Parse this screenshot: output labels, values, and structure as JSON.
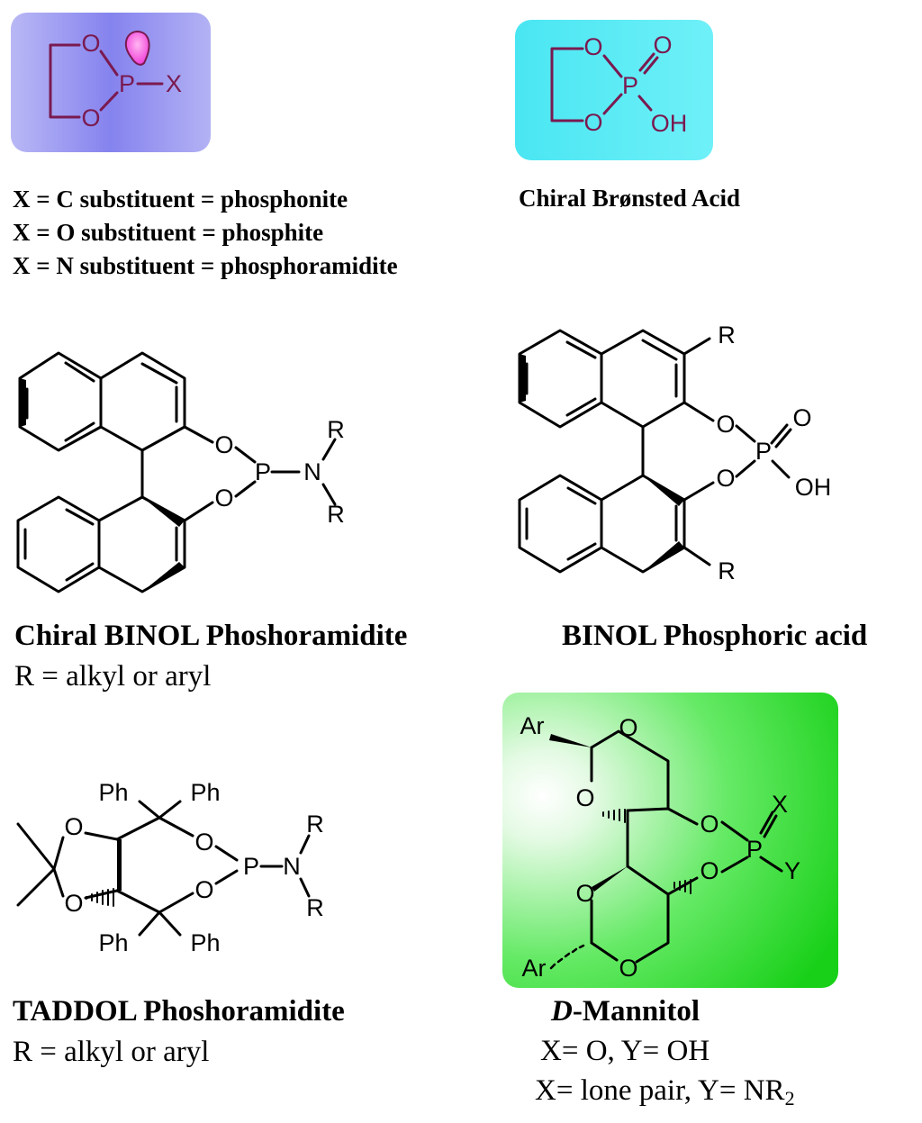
{
  "structures": {
    "phosphite_core": {
      "atoms": {
        "o1": "O",
        "o2": "O",
        "p": "P",
        "x": "X"
      },
      "captions": [
        "X = C substituent = phosphonite",
        "X = O substituent = phosphite",
        "X = N substituent = phosphoramidite"
      ],
      "box_color": "#9a98f2"
    },
    "bronsted_acid": {
      "atoms": {
        "o1": "O",
        "o2": "O",
        "p": "P",
        "o3": "O",
        "oh": "OH"
      },
      "caption": "Chiral Brønsted Acid",
      "box_color": "#52ecf6"
    },
    "binol_phosphoramidite": {
      "atoms": {
        "o1": "O",
        "o2": "O",
        "p": "P",
        "n": "N",
        "r1": "R",
        "r2": "R"
      },
      "caption": "Chiral BINOL Phoshoramidite",
      "note": "R = alkyl or aryl"
    },
    "binol_phosphoric_acid": {
      "atoms": {
        "r1": "R",
        "r2": "R",
        "o1": "O",
        "o2": "O",
        "p": "P",
        "o3": "O",
        "oh": "OH"
      },
      "caption": "BINOL Phosphoric acid"
    },
    "taddol": {
      "atoms": {
        "o1": "O",
        "o2": "O",
        "o3": "O",
        "o4": "O",
        "p": "P",
        "n": "N",
        "r1": "R",
        "r2": "R",
        "ph1": "Ph",
        "ph2": "Ph",
        "ph3": "Ph",
        "ph4": "Ph"
      },
      "caption": "TADDOL Phoshoramidite",
      "note": "R =  alkyl or aryl"
    },
    "mannitol": {
      "atoms": {
        "ar1": "Ar",
        "ar2": "Ar",
        "o1": "O",
        "o2": "O",
        "o3": "O",
        "o4": "O",
        "o5": "O",
        "o6": "O",
        "p": "P",
        "x": "X",
        "y": "Y"
      },
      "caption_prefix": "D",
      "caption_suffix": "-Mannitol",
      "line1": "X= O, Y= OH",
      "line2_main": "X= lone pair, Y= NR",
      "line2_sub": "2",
      "box_color": "#22e222"
    }
  }
}
